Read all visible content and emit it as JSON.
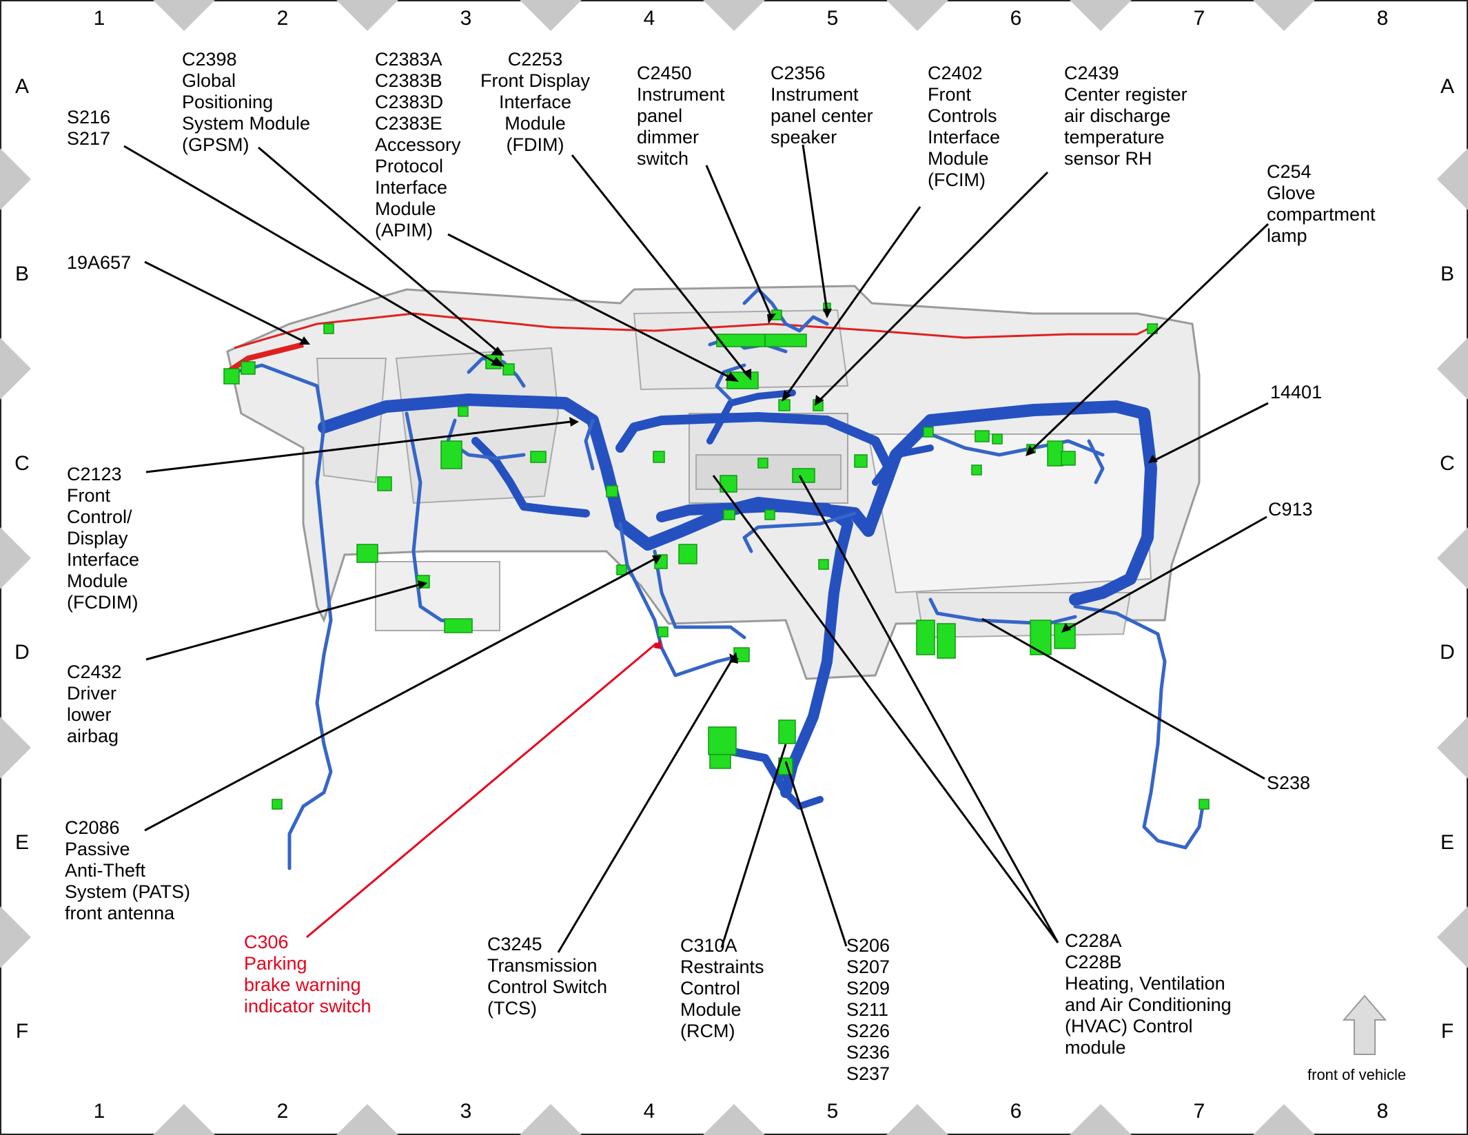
{
  "grid": {
    "columns": [
      "1",
      "2",
      "3",
      "4",
      "5",
      "6",
      "7",
      "8"
    ],
    "rows": [
      "A",
      "B",
      "C",
      "D",
      "E",
      "F"
    ]
  },
  "front_caption": "front of vehicle",
  "labels": [
    {
      "id": "s216",
      "text": "S216\nS217"
    },
    {
      "id": "c2398",
      "text": "C2398\nGlobal\nPositioning\nSystem Module\n(GPSM)"
    },
    {
      "id": "c2383",
      "text": "C2383A\nC2383B\nC2383D\nC2383E\nAccessory\nProtocol\nInterface\nModule\n(APIM)"
    },
    {
      "id": "c2253",
      "text": "C2253\nFront Display\nInterface\nModule\n(FDIM)"
    },
    {
      "id": "c2450",
      "text": "C2450\nInstrument\npanel\ndimmer\nswitch"
    },
    {
      "id": "c2356",
      "text": "C2356\nInstrument\npanel center\nspeaker"
    },
    {
      "id": "c2402",
      "text": "C2402\nFront\nControls\nInterface\nModule\n(FCIM)"
    },
    {
      "id": "c2439",
      "text": "C2439\nCenter register\nair discharge\ntemperature\nsensor RH"
    },
    {
      "id": "c254",
      "text": "C254\nGlove\ncompartment\nlamp"
    },
    {
      "id": "n19a657",
      "text": "19A657"
    },
    {
      "id": "n14401",
      "text": "14401"
    },
    {
      "id": "c2123",
      "text": "C2123\nFront\nControl/\nDisplay\nInterface\nModule\n(FCDIM)"
    },
    {
      "id": "c913",
      "text": "C913"
    },
    {
      "id": "c2432",
      "text": "C2432\nDriver\nlower\nairbag"
    },
    {
      "id": "s238",
      "text": "S238"
    },
    {
      "id": "c2086",
      "text": "C2086\nPassive\nAnti-Theft\nSystem (PATS)\nfront antenna"
    },
    {
      "id": "c306",
      "text": "C306\nParking\nbrake warning\nindicator switch"
    },
    {
      "id": "c3245",
      "text": "C3245\nTransmission\nControl Switch\n(TCS)"
    },
    {
      "id": "c310a",
      "text": "C310A\nRestraints\nControl\nModule\n(RCM)"
    },
    {
      "id": "s206",
      "text": "S206\nS207\nS209\nS211\nS226\nS236\nS237"
    },
    {
      "id": "c228",
      "text": "C228A\nC228B\nHeating, Ventilation\nand Air Conditioning\n(HVAC) Control\nmodule"
    }
  ]
}
